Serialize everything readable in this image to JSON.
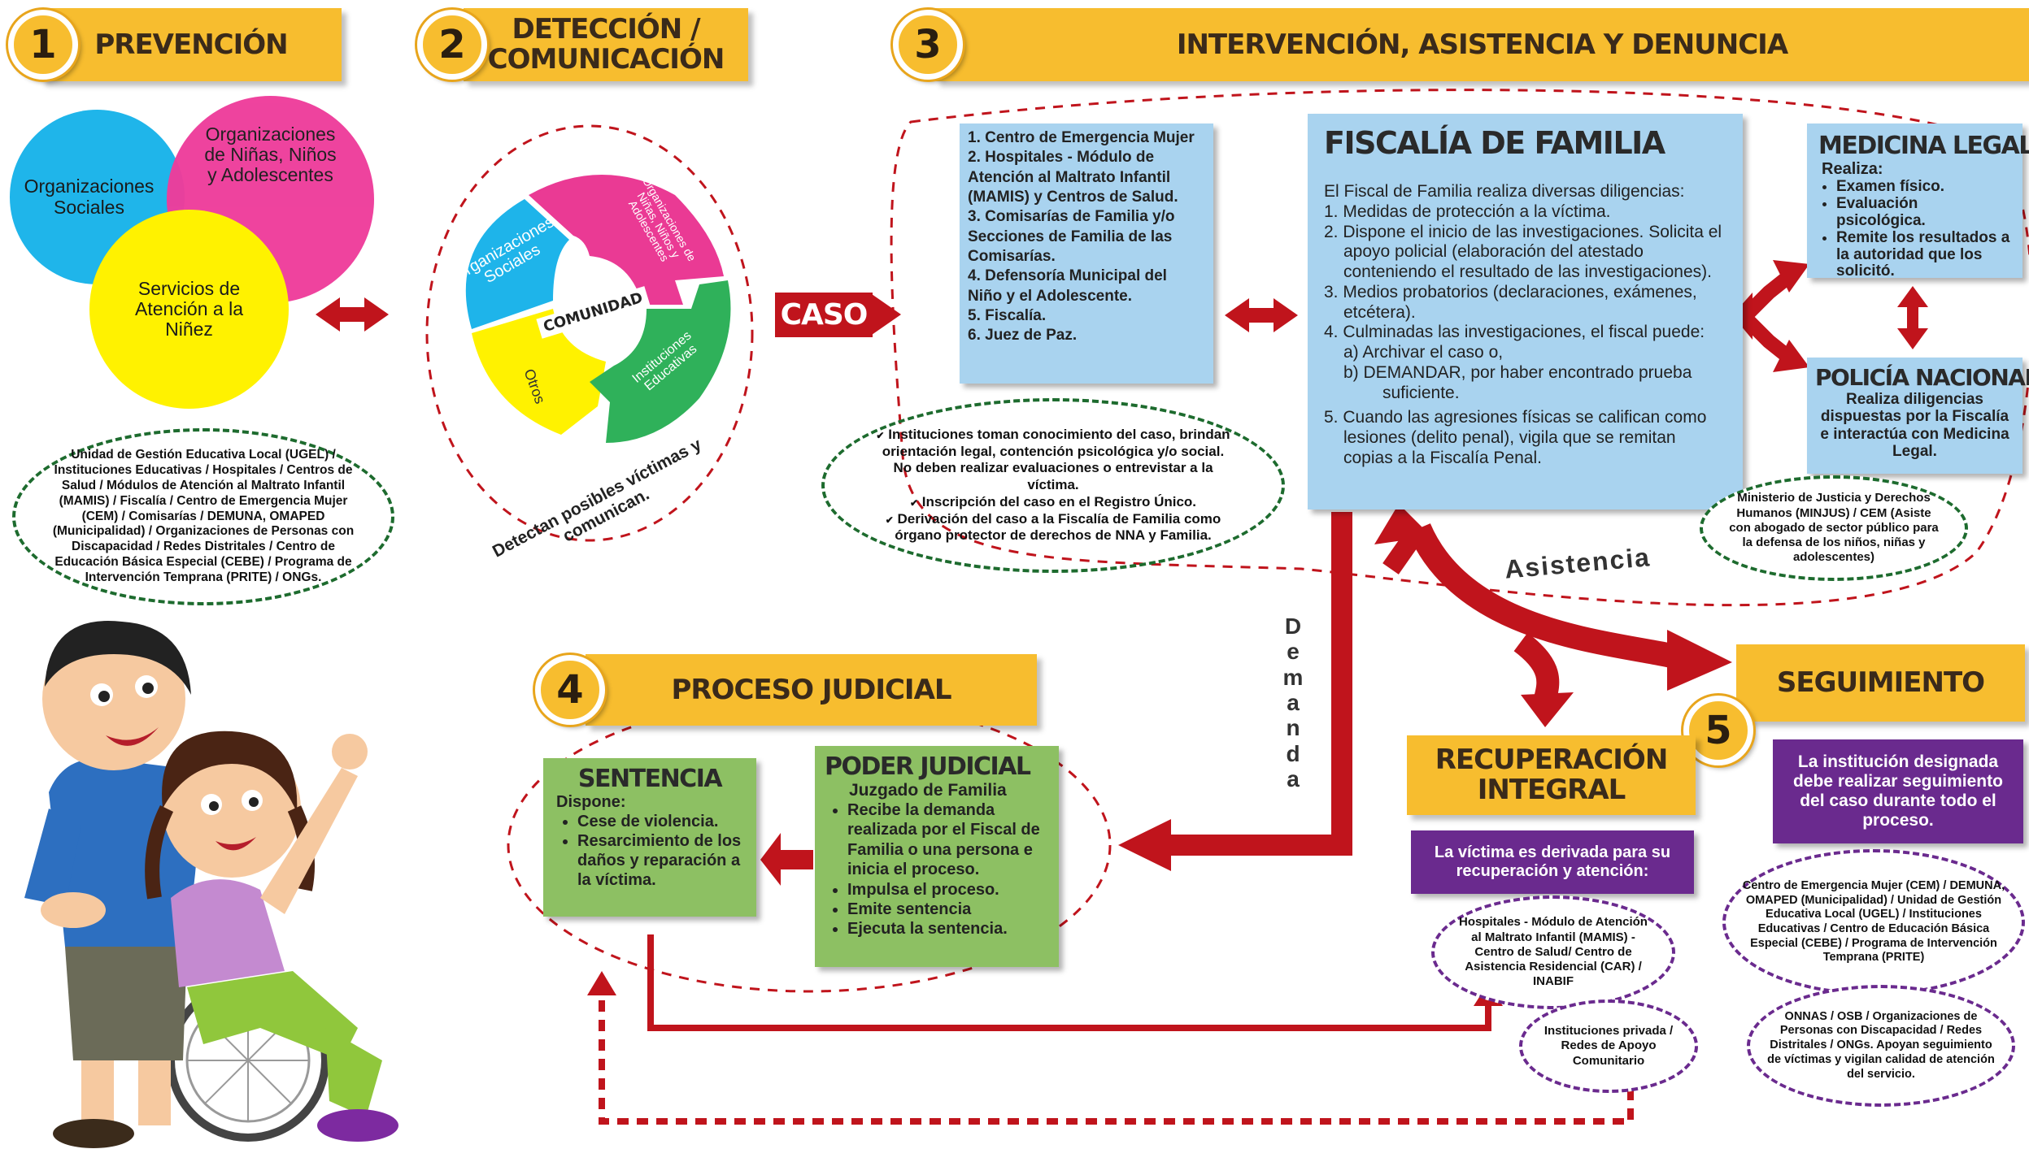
{
  "colors": {
    "header_yellow": "#f7bd2f",
    "arrow_red": "#c0141c",
    "blue_box": "#a9d3ef",
    "green_box": "#8dc063",
    "purple_box": "#6a2a8e"
  },
  "sections": {
    "s1": {
      "number": "1",
      "title": "PREVENCIÓN"
    },
    "s2": {
      "number": "2",
      "title_l1": "DETECCIÓN /",
      "title_l2": "COMUNICACIÓN"
    },
    "s3": {
      "number": "3",
      "title": "INTERVENCIÓN, ASISTENCIA Y DENUNCIA"
    },
    "s4": {
      "number": "4",
      "title": "PROCESO JUDICIAL"
    },
    "s5": {
      "number": "5",
      "title": "SEGUIMIENTO"
    }
  },
  "prevencion": {
    "circle_a": "Organizaciones Sociales",
    "circle_b": "Organizaciones de Niñas, Niños y Adolescentes",
    "circle_c": "Servicios de Atención a la Niñez",
    "oval_text": "Unidad de Gestión Educativa Local (UGEL) / Instituciones Educativas / Hospitales / Centros de Salud / Módulos de Atención al Maltrato Infantil (MAMIS) / Fiscalía / Centro de Emergencia Mujer (CEM) / Comisarías / DEMUNA, OMAPED (Municipalidad) / Organizaciones de Personas con Discapacidad / Redes Distritales / Centro de Educación Básica Especial (CEBE) / Programa de Intervención Temprana (PRITE) / ONGs."
  },
  "deteccion": {
    "seg_org_sociales": "Organizaciones Sociales",
    "seg_org_nna": "Organizaciones de Niñas, Niños y Adolescentes",
    "seg_inst_educ": "Instituciones Educativas",
    "seg_otros": "Otros",
    "center": "COMUNIDAD",
    "curved": "Detectan posibles víctimas y comunican.",
    "caso": "CASO"
  },
  "intervencion": {
    "list": [
      "1. Centro de Emergencia Mujer",
      "2. Hospitales - Módulo de Atención al Maltrato Infantil (MAMIS) y Centros de Salud.",
      "3. Comisarías de Familia y/o Secciones de Familia de las Comisarías.",
      "4. Defensoría Municipal del Niño y el Adolescente.",
      "5. Fiscalía.",
      "6. Juez de Paz."
    ],
    "oval_items": [
      "Instituciones toman conocimiento del caso, brindan orientación legal, contención psicológica y/o social. No deben realizar evaluaciones o entrevistar a la víctima.",
      "Inscripción del caso en el Registro Único.",
      "Derivación del caso a la Fiscalía de Familia como órgano protector de derechos de NNA y Familia."
    ],
    "check": "✔"
  },
  "fiscalia": {
    "title": "FISCALÍA DE FAMILIA",
    "intro": "El Fiscal de Familia realiza diversas diligencias:",
    "i1": "1.  Medidas de protección a la víctima.",
    "i2": "2.  Dispone el inicio de las investigaciones. Solicita el apoyo policial (elaboración del atestado conteniendo el resultado de las investigaciones).",
    "i3": "3.  Medios probatorios (declaraciones, exámenes, etcétera).",
    "i4": "4.  Culminadas las investigaciones, el fiscal puede:",
    "i4a": "a)     Archivar el caso o,",
    "i4b": "b)     DEMANDAR, por haber encontrado prueba suficiente.",
    "i5": "5.  Cuando las agresiones físicas se califican como lesiones (delito penal), vigila que se remitan copias a la Fiscalía Penal."
  },
  "medicina": {
    "title": "MEDICINA LEGAL",
    "intro": "Realiza:",
    "items": [
      "Examen físico.",
      "Evaluación psicológica.",
      "Remite los resultados a la autoridad que los solicitó."
    ]
  },
  "policia": {
    "title": "POLICÍA NACIONAL",
    "text": "Realiza diligencias dispuestas por la Fiscalía e interactúa con Medicina Legal."
  },
  "minjus": "Ministerio de Justicia y Derechos Humanos (MINJUS) / CEM (Asiste con abogado de sector público para la defensa de los niños, niñas y adolescentes)",
  "asistencia": "Asistencia",
  "demanda": "Demanda",
  "poder": {
    "title": "PODER JUDICIAL",
    "sub": "Juzgado de Familia",
    "items": [
      "Recibe la demanda realizada por el Fiscal de Familia o una persona e inicia el proceso.",
      "Impulsa el proceso.",
      "Emite sentencia",
      "Ejecuta la sentencia."
    ]
  },
  "sentencia": {
    "title": "SENTENCIA",
    "intro": "Dispone:",
    "items": [
      "Cese de violencia.",
      "Resarcimiento de los daños y reparación a la víctima."
    ]
  },
  "recuperacion": {
    "title_l1": "RECUPERACIÓN",
    "title_l2": "INTEGRAL",
    "purple": "La víctima es derivada para su recuperación y atención:",
    "oval1": "Hospitales - Módulo de Atención al Maltrato Infantil (MAMIS) - Centro de Salud/ Centro de Asistencia Residencial (CAR) / INABIF",
    "oval2": "Instituciones privada / Redes de Apoyo Comunitario"
  },
  "seguimiento": {
    "purple": "La institución designada debe realizar seguimiento del caso durante todo el proceso.",
    "oval1": "Centro de Emergencia Mujer (CEM) / DEMUNA, OMAPED (Municipalidad) / Unidad de Gestión Educativa Local (UGEL) / Instituciones Educativas / Centro de Educación Básica Especial (CEBE) / Programa de Intervención Temprana (PRITE)",
    "oval2": "ONNAS / OSB / Organizaciones de Personas con Discapacidad / Redes Distritales / ONGs. Apoyan seguimiento de víctimas y vigilan calidad de atención del servicio."
  }
}
